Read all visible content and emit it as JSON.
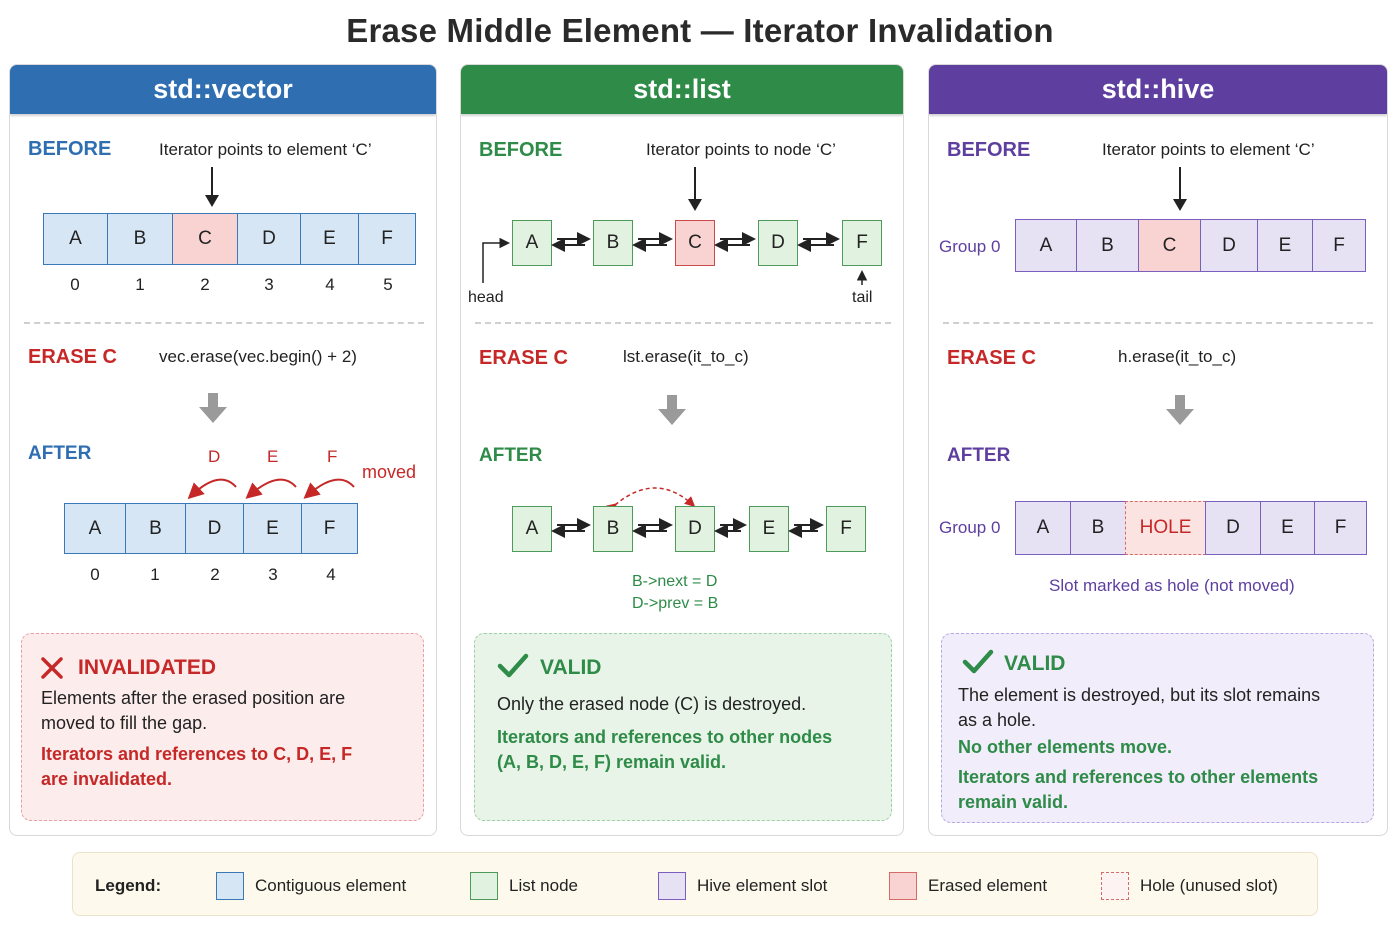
{
  "title": "Erase Middle Element — Iterator Invalidation",
  "colors": {
    "vector": "#2e6eb1",
    "list": "#2e8b48",
    "hive": "#5e3fa0",
    "erased": "#f9d3d2",
    "contiguous": "#d7e6f5",
    "list_node": "#e1f2e1",
    "hive_slot": "#e7e1f4"
  },
  "vector": {
    "header": "std::vector",
    "before_label": "BEFORE",
    "before_caption": "Iterator points to element ‘C’",
    "before_cells": [
      "A",
      "B",
      "C",
      "D",
      "E",
      "F"
    ],
    "before_indices": [
      "0",
      "1",
      "2",
      "3",
      "4",
      "5"
    ],
    "erase_label": "ERASE C",
    "erase_code": "vec.erase(vec.begin() + 2)",
    "after_label": "AFTER",
    "moved_letters": [
      "D",
      "E",
      "F"
    ],
    "moved_label": "moved",
    "after_cells": [
      "A",
      "B",
      "D",
      "E",
      "F"
    ],
    "after_indices": [
      "0",
      "1",
      "2",
      "3",
      "4"
    ],
    "result_title": "INVALIDATED",
    "result_text": "Elements after the erased position are moved to fill the gap.",
    "result_emphasis": "Iterators and references to C, D, E, F are invalidated."
  },
  "list": {
    "header": "std::list",
    "before_label": "BEFORE",
    "before_caption": "Iterator points to node ‘C’",
    "before_nodes": [
      "A",
      "B",
      "C",
      "D",
      "F"
    ],
    "head_label": "head",
    "tail_label": "tail",
    "erase_label": "ERASE C",
    "erase_code": "lst.erase(it_to_c)",
    "after_label": "AFTER",
    "after_nodes": [
      "A",
      "B",
      "D",
      "E",
      "F"
    ],
    "link_note_1": "B->next = D",
    "link_note_2": "D->prev = B",
    "result_title": "VALID",
    "result_text": "Only the erased node (C) is destroyed.",
    "result_emphasis": "Iterators and references to other nodes (A, B, D, E, F) remain valid."
  },
  "hive": {
    "header": "std::hive",
    "before_label": "BEFORE",
    "before_caption": "Iterator points to element ‘C’",
    "group_label": "Group 0",
    "before_cells": [
      "A",
      "B",
      "C",
      "D",
      "E",
      "F"
    ],
    "erase_label": "ERASE C",
    "erase_code": "h.erase(it_to_c)",
    "after_label": "AFTER",
    "after_cells": [
      "A",
      "B",
      "HOLE",
      "D",
      "E",
      "F"
    ],
    "slot_note": "Slot marked as hole (not moved)",
    "result_title": "VALID",
    "result_text": "The element is destroyed, but its slot remains as a hole.",
    "result_emphasis_1": "No other elements move.",
    "result_emphasis_2": "Iterators and references to other elements remain valid."
  },
  "legend": {
    "label": "Legend:",
    "items": [
      "Contiguous element",
      "List node",
      "Hive element slot",
      "Erased element",
      "Hole (unused slot)"
    ]
  }
}
